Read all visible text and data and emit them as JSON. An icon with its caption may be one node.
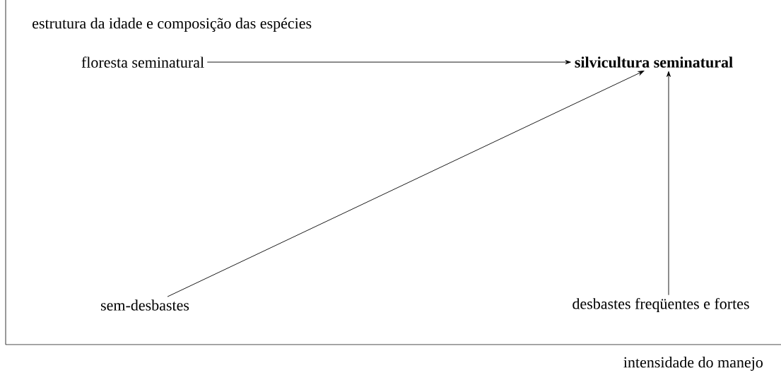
{
  "diagram": {
    "nodes": [
      {
        "text": [
          "floresta seminatural"
        ]
      },
      {
        "text": [
          "silvicultura seminatural"
        ]
      },
      {
        "text": [
          "sem-desbastes"
        ]
      },
      {
        "text": [
          "desbastes freqüentes e fortes"
        ]
      }
    ],
    "edges": [
      {
        "from": 0,
        "to": 1,
        "arrow": "to"
      },
      {
        "from": 2,
        "to": 1,
        "arrow": "to"
      },
      {
        "from": 3,
        "to": 1,
        "arrow": "to"
      }
    ],
    "labels": [
      "estrutura da idade e composição das espécies",
      "intensidade do manejo"
    ]
  }
}
